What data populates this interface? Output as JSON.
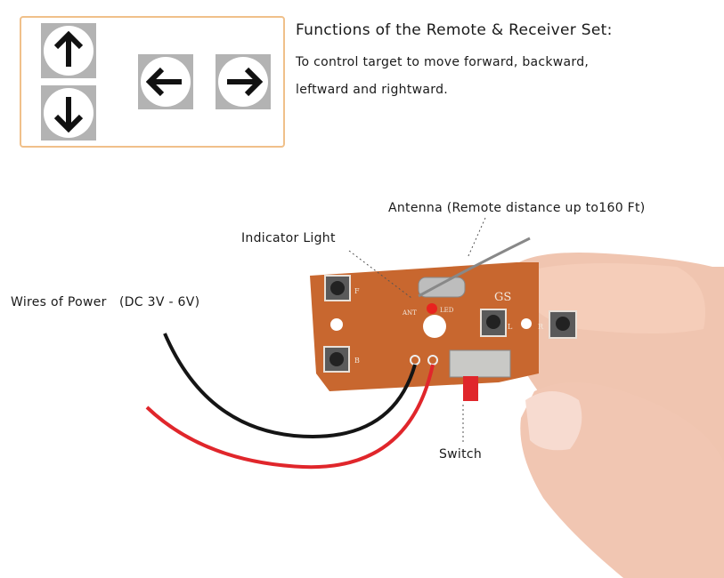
{
  "panel": {
    "arrows": [
      {
        "name": "up-arrow-icon",
        "glyph": "up"
      },
      {
        "name": "down-arrow-icon",
        "glyph": "down"
      },
      {
        "name": "left-arrow-icon",
        "glyph": "left"
      },
      {
        "name": "right-arrow-icon",
        "glyph": "right"
      }
    ],
    "title": "Functions of the Remote & Receiver Set:",
    "desc_line1": "To control target to move forward, backward,",
    "desc_line2": "leftward and rightward."
  },
  "callouts": {
    "antenna": "Antenna (Remote distance up to160 Ft)",
    "indicator": "Indicator Light",
    "power": "Wires of Power   (DC 3V - 6V)",
    "switch": "Switch"
  },
  "board": {
    "labels": {
      "f": "F",
      "b": "B",
      "l": "L",
      "r": "R",
      "gs": "GS",
      "ant": "ANT",
      "led": "LED",
      "minus": "-",
      "plus": "+"
    },
    "colors": {
      "pcb": "#c8672f",
      "led": "#e8231f",
      "wire_red": "#e0262b",
      "wire_black": "#151515",
      "switch_lever": "#e0262b",
      "skin": "#f1c6b2"
    }
  }
}
